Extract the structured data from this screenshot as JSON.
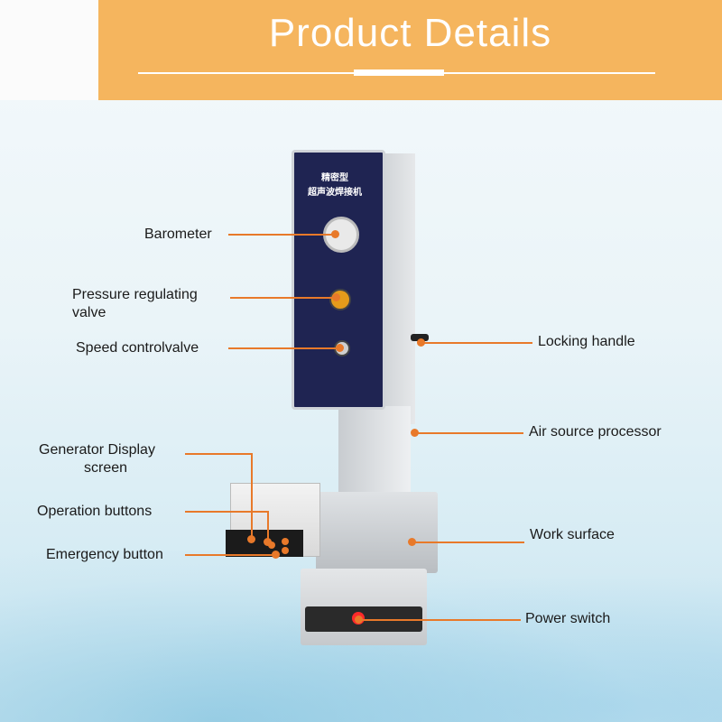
{
  "header": {
    "title": "Product Details",
    "bg_color": "#f5b55e"
  },
  "annotations": {
    "barometer": "Barometer",
    "pressure_valve_line1": "Pressure  regulating",
    "pressure_valve_line2": "valve",
    "speed_valve": "Speed controlvalve",
    "generator_line1": "Generator  Display",
    "generator_line2": "screen",
    "operation_buttons": "Operation buttons",
    "emergency_button": "Emergency button",
    "locking_handle": "Locking handle",
    "air_source": "Air source processor",
    "work_surface": "Work surface",
    "power_switch": "Power switch"
  },
  "machine": {
    "panel_title_line1": "精密型",
    "panel_title_line2": "超声波焊接机"
  },
  "accent_color": "#e8792a"
}
